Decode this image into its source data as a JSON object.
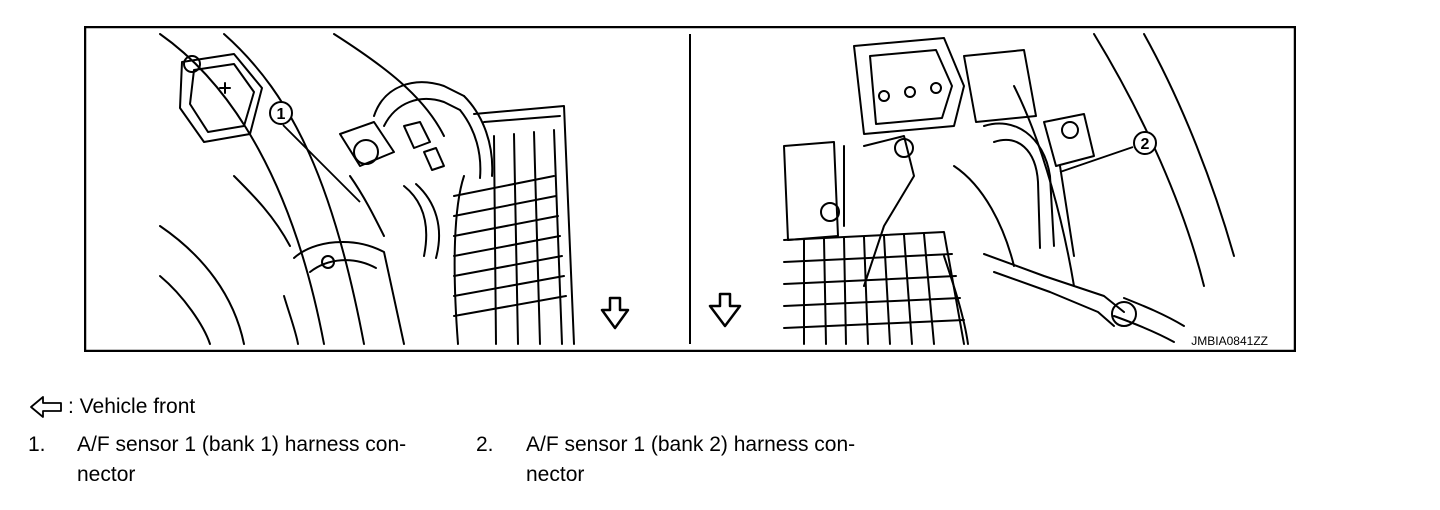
{
  "figure": {
    "image_code": "JMBIA0841ZZ",
    "callouts": [
      {
        "number": "1"
      },
      {
        "number": "2"
      }
    ]
  },
  "legend": {
    "vehicle_front_label": ": Vehicle front"
  },
  "items": [
    {
      "number": "1.",
      "line1": "A/F sensor 1 (bank 1) harness con-",
      "line2": "nector"
    },
    {
      "number": "2.",
      "line1": "A/F sensor 1 (bank 2) harness con-",
      "line2": "nector"
    }
  ]
}
